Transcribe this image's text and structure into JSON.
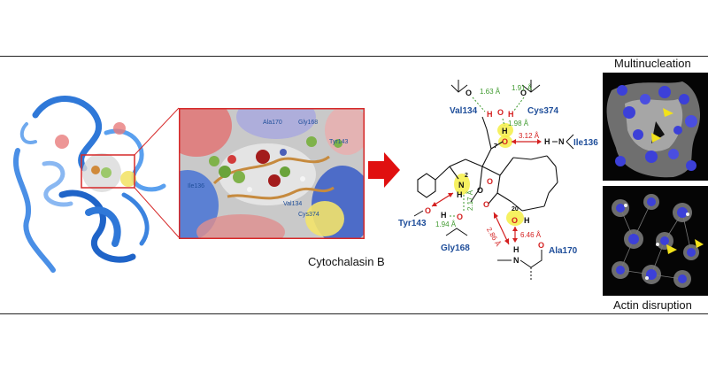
{
  "compound_label": "Cytochalasin B",
  "micrographs": {
    "top_label": "Multinucleation",
    "bottom_label": "Actin disruption"
  },
  "binding_site_residues": [
    "Ala170",
    "Gly168",
    "Tyr143",
    "Ile136",
    "Val134",
    "Cys374"
  ],
  "scheme": {
    "residues": {
      "val134": "Val134",
      "cys374": "Cys374",
      "ile136": "Ile136",
      "tyr143": "Tyr143",
      "gly168": "Gly168",
      "ala170": "Ala170"
    },
    "distances": {
      "d1": "1.63 Å",
      "d2": "1.91 Å",
      "d3": "1.98 Å",
      "d4": "3.12 Å",
      "d5": "1.94 Å",
      "d6": "2.17 Å",
      "d7": "2.86 Å",
      "d8": "6.46 Å"
    },
    "positions": {
      "p2": "2",
      "p7": "7",
      "p20": "20"
    }
  },
  "colors": {
    "residue_label": "#1f4e9a",
    "hbond_green": "#3f9a2f",
    "distance_red": "#d42020",
    "highlight_yellow": "#f4ee3a",
    "zoom_box": "#d62828",
    "arrow": "#e01010"
  }
}
